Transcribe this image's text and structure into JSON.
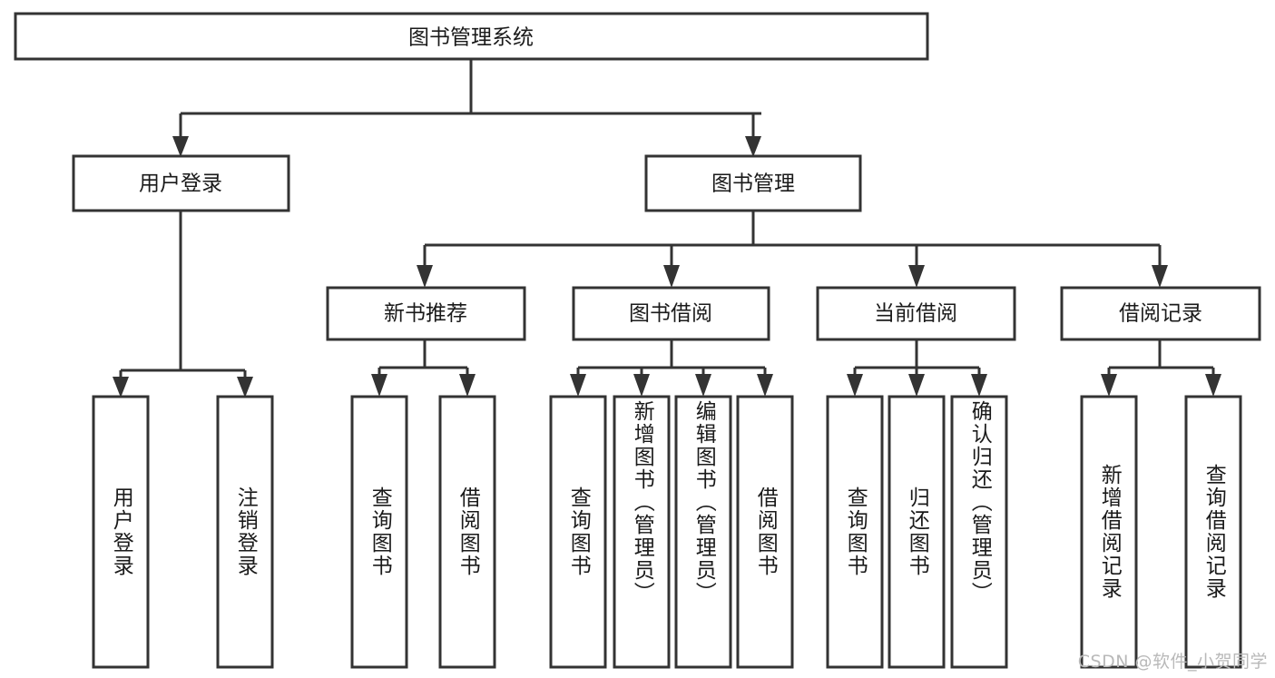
{
  "diagram": {
    "type": "tree",
    "title": "图书管理系统",
    "watermark": "CSDN @软件_小贺同学",
    "colors": {
      "box_fill": "#ffffff",
      "box_stroke": "#333333",
      "text": "#1a1a1a",
      "background": "#ffffff",
      "watermark": "#b9b9b9"
    },
    "root": {
      "label": "图书管理系统"
    },
    "level2": [
      {
        "label": "用户登录"
      },
      {
        "label": "图书管理"
      }
    ],
    "level3": [
      {
        "label": "新书推荐"
      },
      {
        "label": "图书借阅"
      },
      {
        "label": "当前借阅"
      },
      {
        "label": "借阅记录"
      }
    ],
    "leaves": {
      "user_login": [
        {
          "label": "用户登录"
        },
        {
          "label": "注销登录"
        }
      ],
      "new_book_recommend": [
        {
          "label": "查询图书"
        },
        {
          "label": "借阅图书"
        }
      ],
      "book_borrow": [
        {
          "label": "查询图书"
        },
        {
          "label": "新增图书（管理员）"
        },
        {
          "label": "编辑图书（管理员）"
        },
        {
          "label": "借阅图书"
        }
      ],
      "current_borrow": [
        {
          "label": "查询图书"
        },
        {
          "label": "归还图书"
        },
        {
          "label": "确认归还（管理员）"
        }
      ],
      "borrow_record": [
        {
          "label": "新增借阅记录"
        },
        {
          "label": "查询借阅记录"
        }
      ]
    }
  }
}
